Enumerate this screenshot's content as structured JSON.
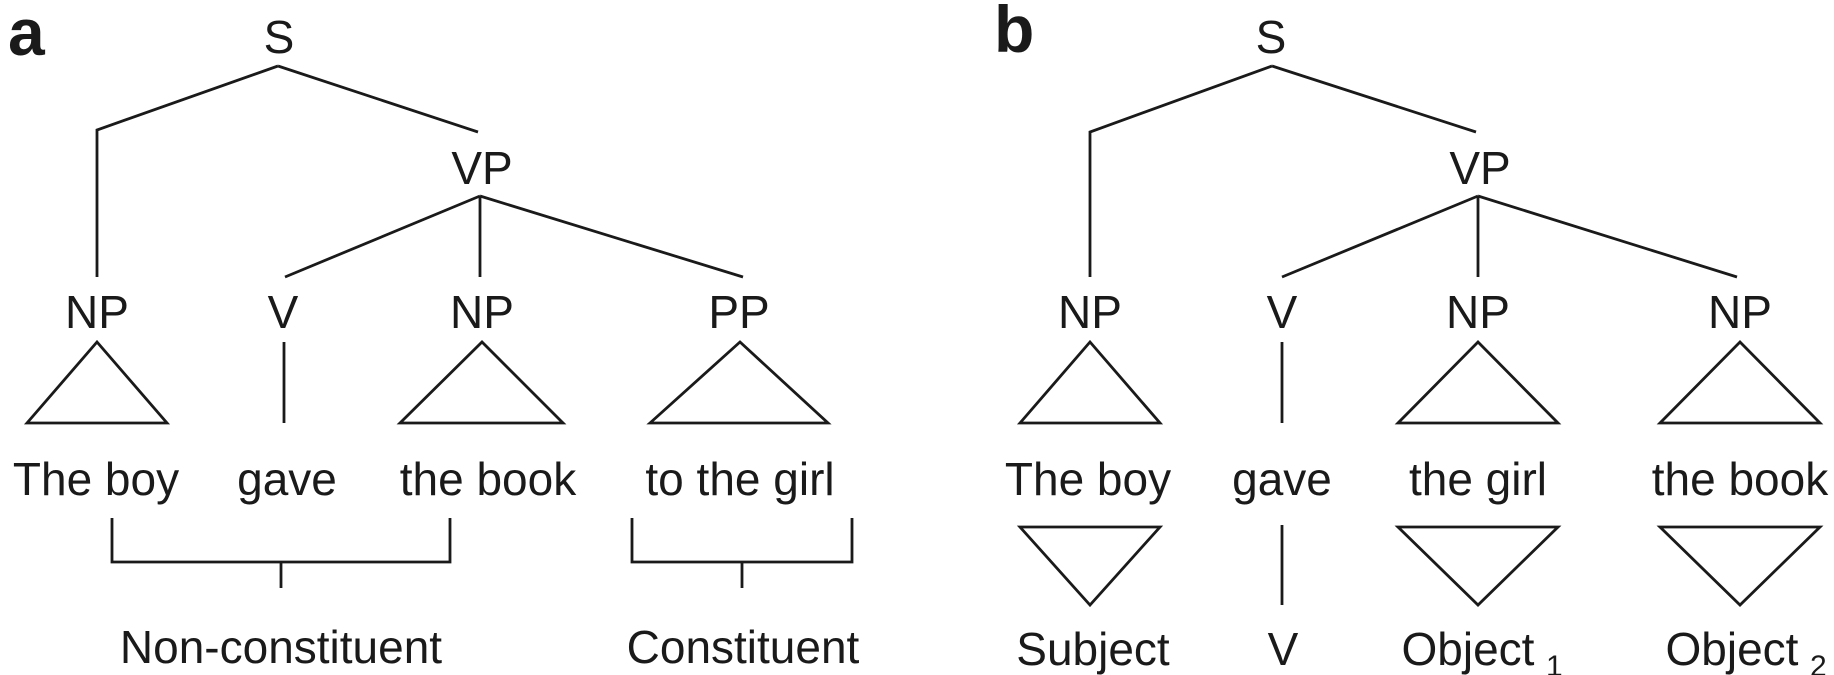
{
  "colors": {
    "ink": "#1a1a1a",
    "background": "#ffffff"
  },
  "panel_a": {
    "label": "a",
    "nodes": {
      "root": "S",
      "subject_np": "NP",
      "vp": "VP",
      "verb": "V",
      "object_np": "NP",
      "pp": "PP"
    },
    "words": {
      "w1": "The boy",
      "w2": "gave",
      "w3": "the book",
      "w4": "to the girl"
    },
    "span_labels": {
      "non_constituent": "Non-constituent",
      "constituent": "Constituent"
    }
  },
  "panel_b": {
    "label": "b",
    "nodes": {
      "root": "S",
      "subject_np": "NP",
      "vp": "VP",
      "verb": "V",
      "object1_np": "NP",
      "object2_np": "NP"
    },
    "words": {
      "w1": "The boy",
      "w2": "gave",
      "w3": "the girl",
      "w4": "the book"
    },
    "roles": {
      "subject": "Subject",
      "verb": "V",
      "object1": "Object",
      "object1_sub": "1",
      "object2": "Object",
      "object2_sub": "2"
    }
  }
}
